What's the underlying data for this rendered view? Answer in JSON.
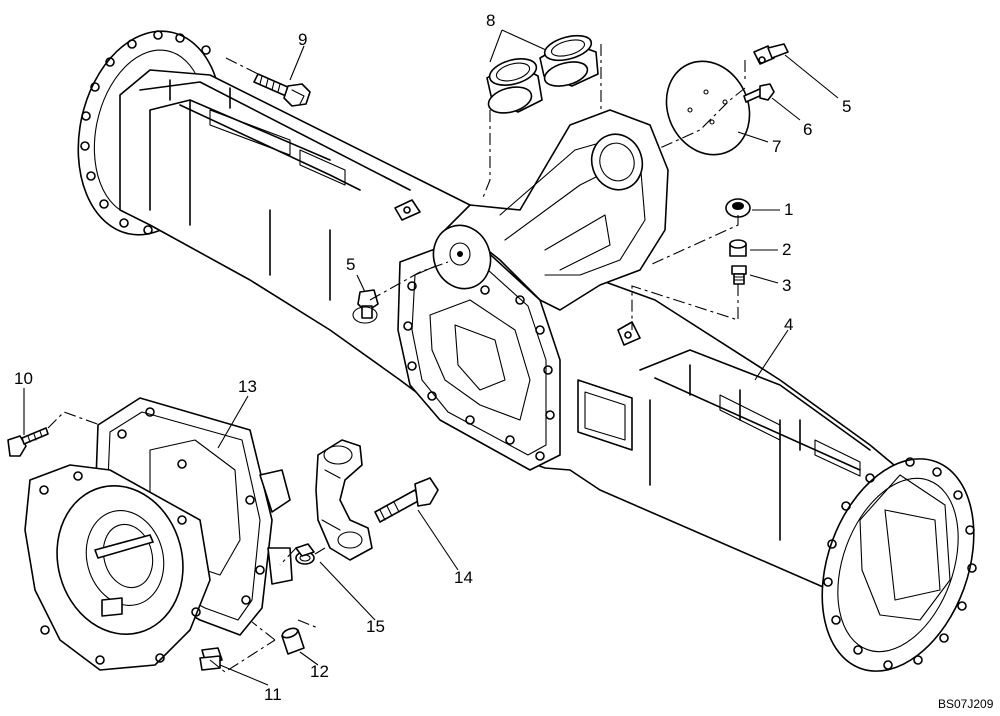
{
  "labels": {
    "p1": "1",
    "p2": "2",
    "p3": "3",
    "p4": "4",
    "p5a": "5",
    "p5b": "5",
    "p6": "6",
    "p7": "7",
    "p8": "8",
    "p9": "9",
    "p10": "10",
    "p11": "11",
    "p12": "12",
    "p13": "13",
    "p14": "14",
    "p15": "15"
  },
  "drawing_code": "BS07J209"
}
